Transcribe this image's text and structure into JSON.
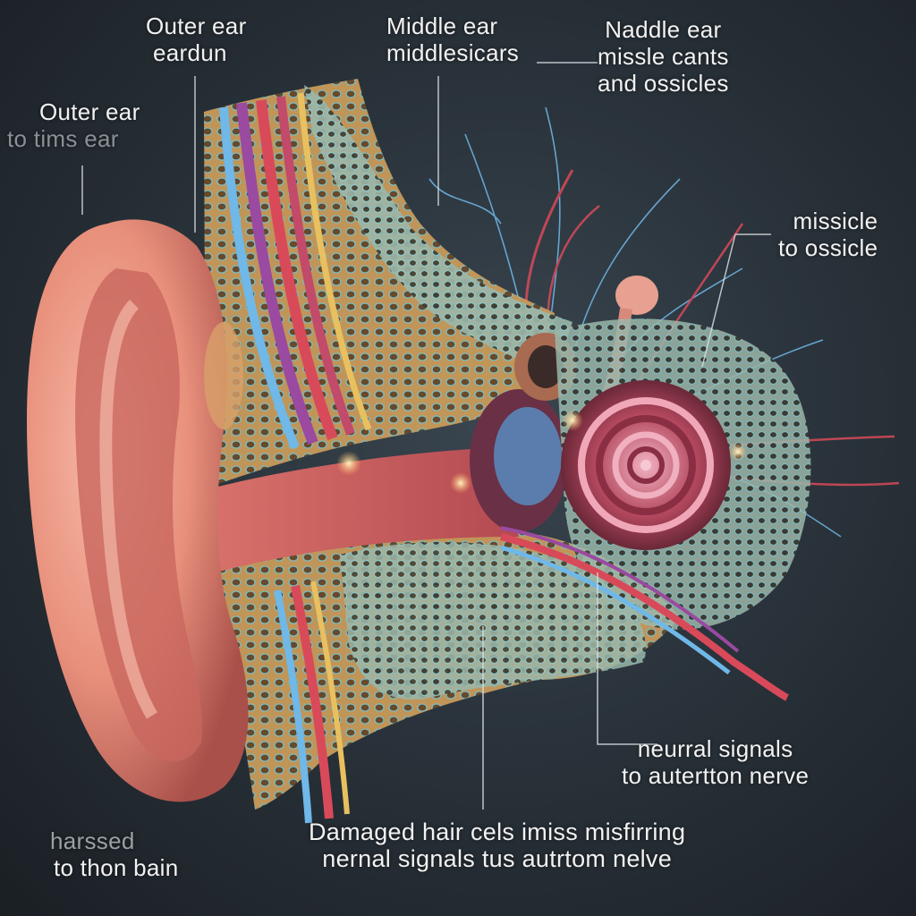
{
  "labels": {
    "outer_ear_eardrum": {
      "line1": "Outer ear",
      "line2": "eardun"
    },
    "middle_ear": {
      "line1": "Middle ear",
      "line2": "middlesicars"
    },
    "naddle_ear": {
      "line1": "Naddle ear",
      "line2": "missle cants",
      "line3": "and ossicles"
    },
    "outer_ear_left": {
      "line1": "Outer ear",
      "line2": "to tims ear"
    },
    "missicle": {
      "line1": "missicle",
      "line2": "to ossicle"
    },
    "neural_signals": {
      "line1": "neurral signals",
      "line2": "to autertton nerve"
    },
    "harssed": {
      "line1": "harssed",
      "line2": "to thon bain"
    },
    "damaged_hair": {
      "line1": "Damaged hair cels imiss misfirring",
      "line2": "nernal signals tus autrtom nelve"
    }
  },
  "colors": {
    "background": "#2a333b",
    "label_text": "#f2f2f2",
    "leader_line": "#d8dde0",
    "skin": "#e89a88",
    "bone": "#d8b070",
    "nerve_blue": "#6fb8e8",
    "nerve_red": "#d84a5a"
  }
}
